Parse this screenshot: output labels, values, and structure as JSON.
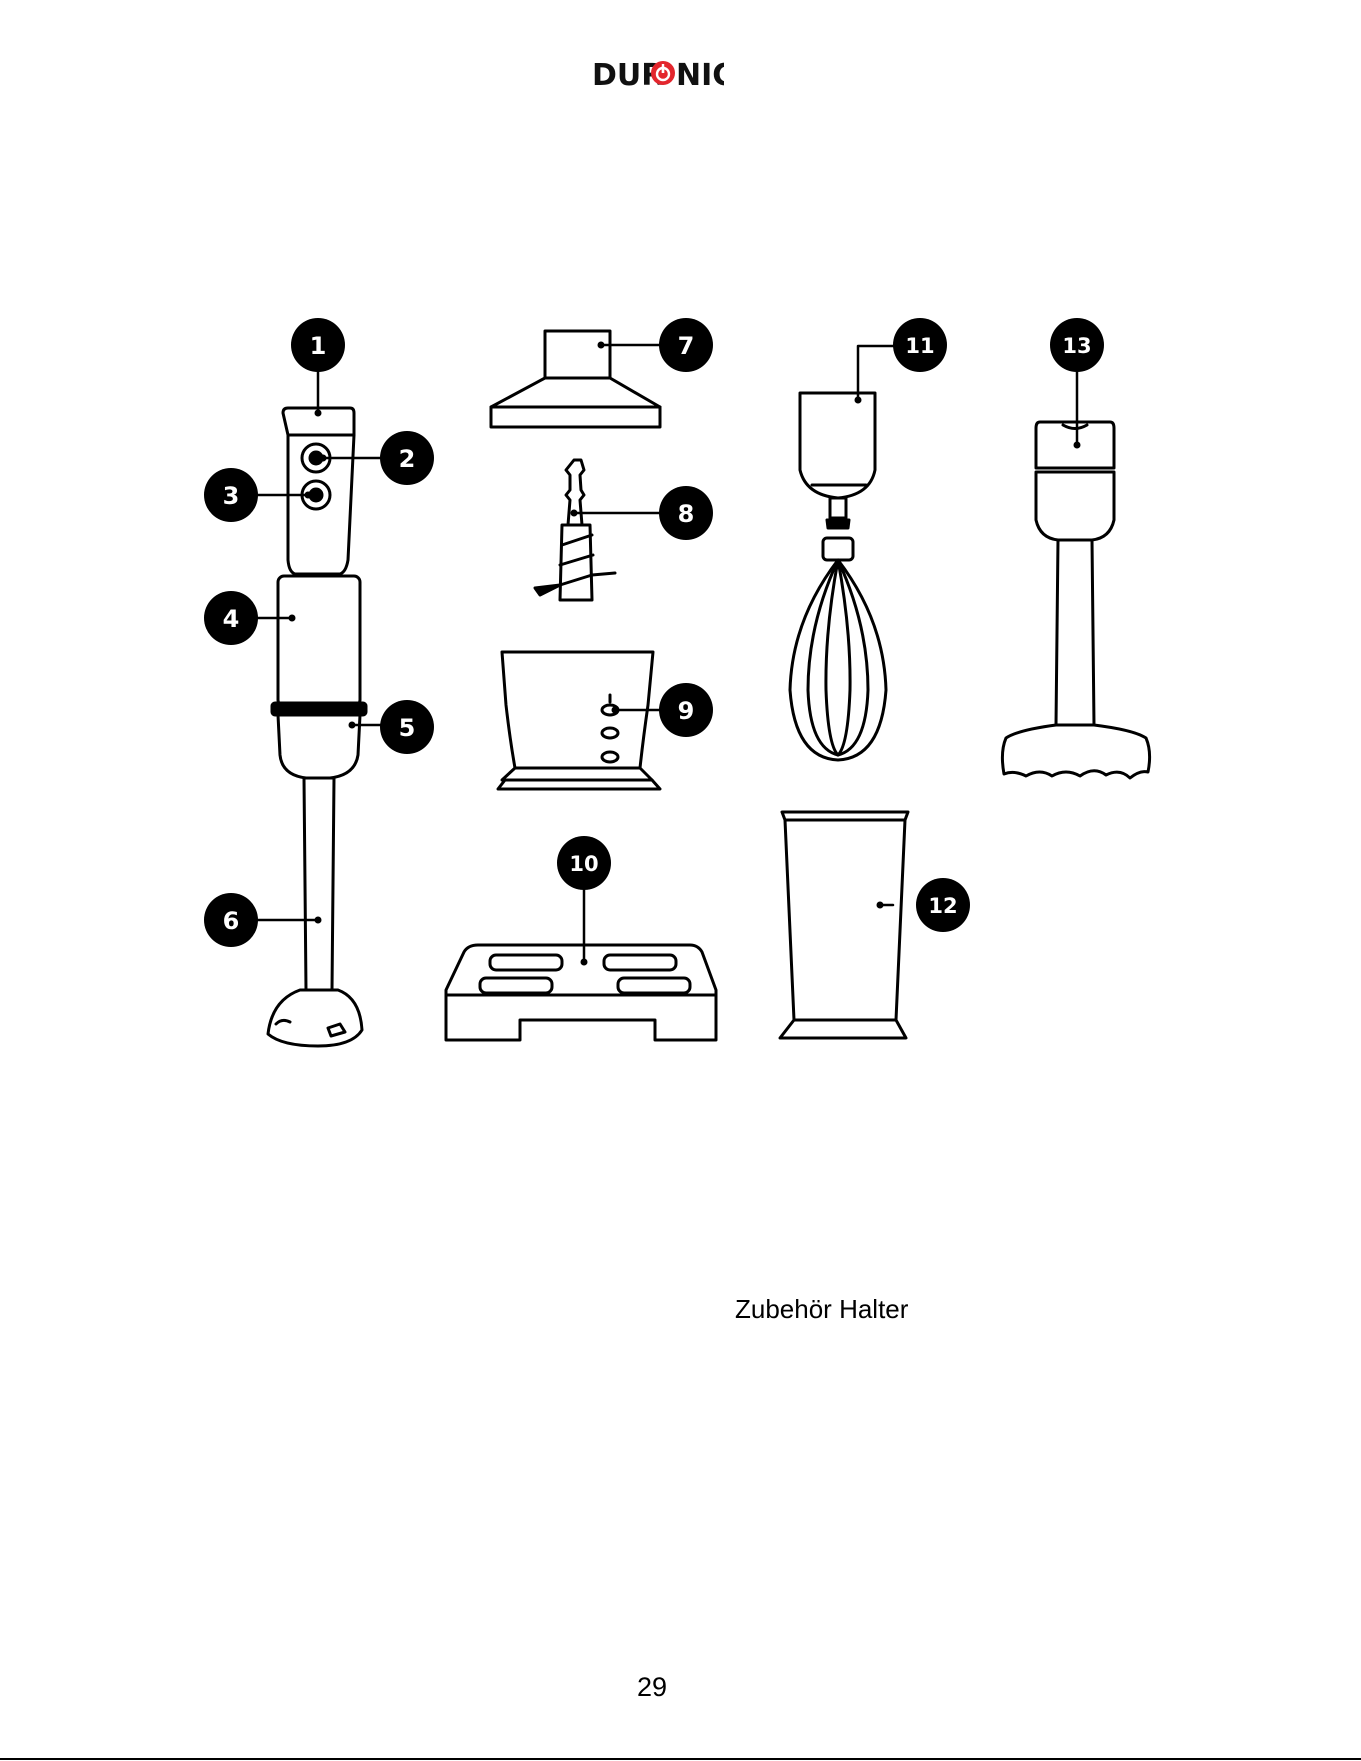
{
  "brand": {
    "name": "DURONIC",
    "left": "DUR",
    "right": "NIC",
    "accent": "#e3262d"
  },
  "callouts": [
    "1",
    "2",
    "3",
    "4",
    "5",
    "6",
    "7",
    "8",
    "9",
    "10",
    "11",
    "12",
    "13"
  ],
  "caption": "Zubehör Halter",
  "page_number": "29"
}
